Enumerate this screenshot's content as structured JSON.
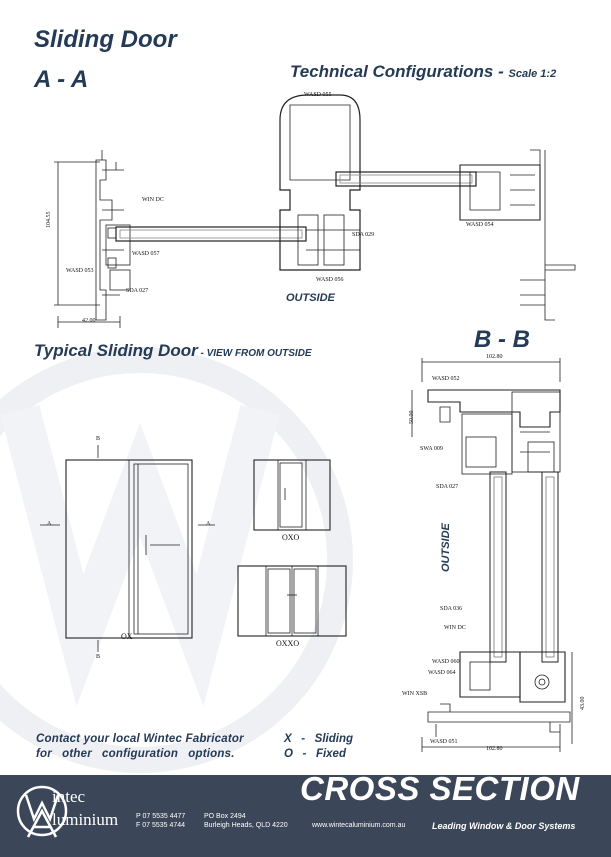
{
  "header": {
    "title": "Sliding Door",
    "section_aa": "A - A",
    "tech_main": "Technical Configurations - ",
    "tech_scale": "Scale 1:2"
  },
  "section_aa": {
    "labels": {
      "wasd055": "WASD 055",
      "win_dc": "WIN DC",
      "wasd057": "WASD 057",
      "sda029": "SDA 029",
      "wasd053": "WASD 053",
      "sda027": "SDA 027",
      "wasd056": "WASD 056",
      "wasd054": "WASD 054",
      "dim_height": "104.55",
      "dim_width": "42.00"
    },
    "outside": "OUTSIDE"
  },
  "typical": {
    "main": "Typical Sliding Door",
    "sub": " - VIEW FROM OUTSIDE",
    "marker_a": "A",
    "marker_b": "B",
    "ox": "OX",
    "oxo": "OXO",
    "oxxo": "OXXO"
  },
  "section_bb": {
    "title": "B - B",
    "labels": {
      "dim_top": "102.80",
      "wasd052": "WASD 052",
      "dim_left": "50.00",
      "swa009": "SWA 009",
      "sda027": "SDA 027",
      "sda036": "SDA 036",
      "win_dc": "WIN DC",
      "wasd060": "WASD 060",
      "wasd064": "WASD 064",
      "win_xsb": "WIN XSB",
      "wasd051": "WASD 051",
      "dim_bottom": "102.80",
      "dim_right": "43.00"
    },
    "outside": "OUTSIDE"
  },
  "contact": {
    "line1": "Contact your local Wintec Fabricator",
    "line2": "for   other   configuration   options."
  },
  "legend": {
    "x": "X   -   Sliding",
    "o": "O   -   Fixed"
  },
  "footer": {
    "brand_line1": "intec",
    "brand_line2": "luminium",
    "phone": "P  07 5535 4477",
    "fax": "F  07 5535 4744",
    "po_box": "PO Box 2494",
    "address": "Burleigh Heads, QLD  4220",
    "website": "www.wintecaluminium.com.au",
    "cross_section": "CROSS SECTION",
    "tagline": "Leading Window & Door Systems"
  },
  "colors": {
    "navy": "#243a55",
    "footer_bg": "#3b4658",
    "line": "#222222"
  }
}
